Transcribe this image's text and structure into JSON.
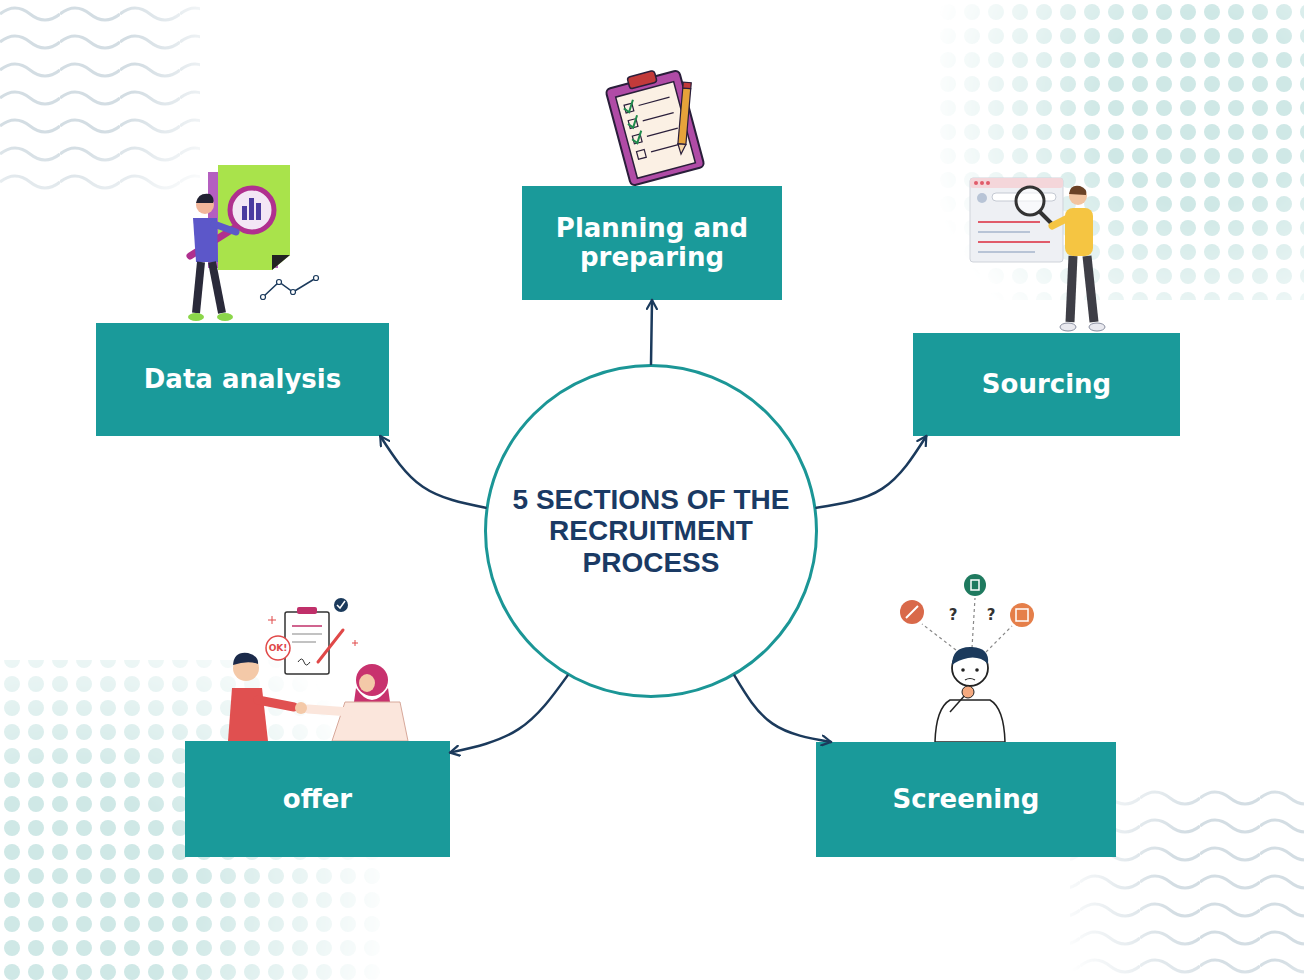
{
  "diagram": {
    "nodes": [
      {
        "text": [
          "Planning and preparing"
        ]
      },
      {
        "text": [
          "Data analysis"
        ]
      },
      {
        "text": [
          "Sourcing"
        ]
      },
      {
        "text": [
          "5 SECTIONS OF THE RECRUITMENT PROCESS"
        ]
      },
      {
        "text": [
          "offer"
        ]
      },
      {
        "text": [
          "Screening"
        ]
      }
    ],
    "edges": [
      {
        "from": 3,
        "to": 0,
        "arrow": "to"
      },
      {
        "from": 3,
        "to": 2,
        "arrow": "to"
      },
      {
        "from": 3,
        "to": 5,
        "arrow": "to"
      },
      {
        "from": 3,
        "to": 4,
        "arrow": "to"
      },
      {
        "from": 3,
        "to": 1,
        "arrow": "to"
      }
    ],
    "labels": [
      "OK!",
      "?",
      "?"
    ]
  }
}
